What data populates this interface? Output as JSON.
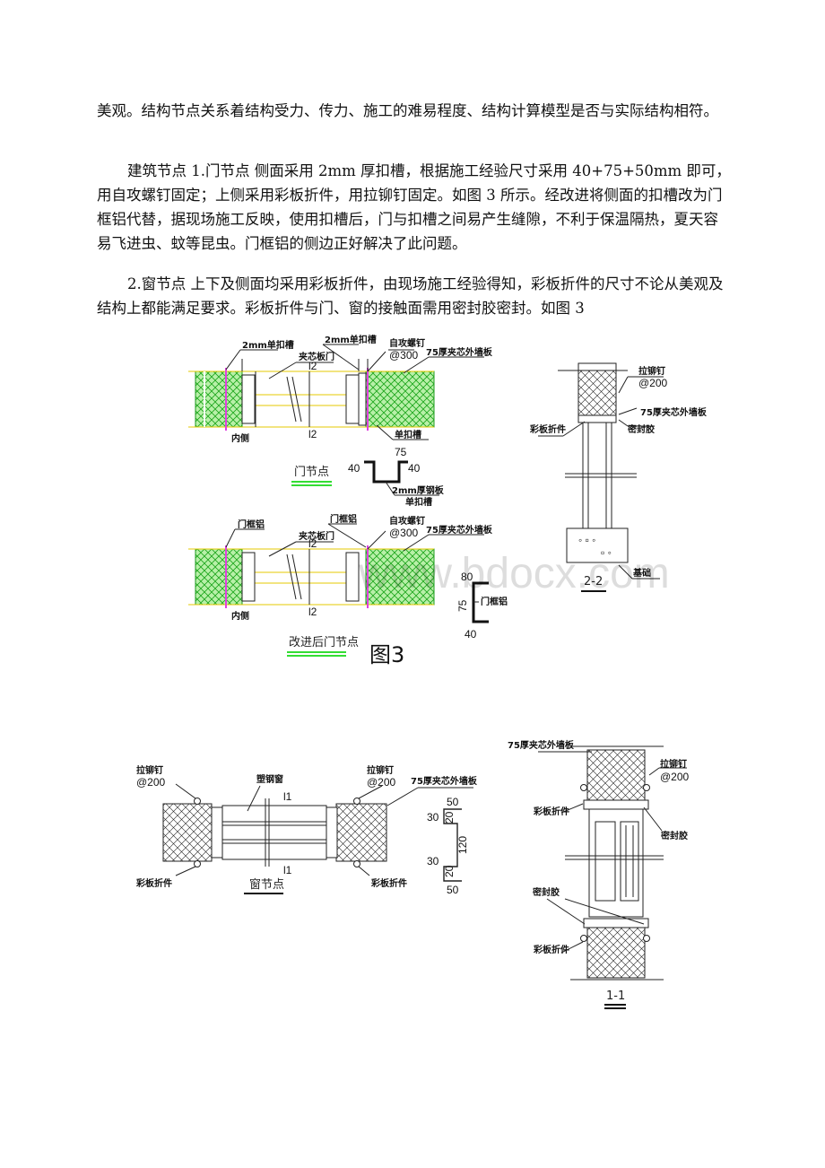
{
  "paragraphs": [
    "美观。结构节点关系着结构受力、传力、施工的难易程度、结构计算模型是否与实际结构相符。",
    "建筑节点 1.门节点 侧面采用 2mm 厚扣槽，根据施工经验尺寸采用 40+75+50mm 即可，用自攻螺钉固定；上侧采用彩板折件，用拉铆钉固定。如图 3 所示。经改进将侧面的扣槽改为门框铝代替，据现场施工反映，使用扣槽后，门与扣槽之间易产生缝隙，不利于保温隔热，夏天容易飞进虫、蚊等昆虫。门框铝的侧边正好解决了此问题。",
    "2.窗节点 上下及侧面均采用彩板折件，由现场施工经验得知，彩板折件的尺寸不论从美观及结构上都能满足要求。彩板折件与门、窗的接触面需用密封胶密封。如图 3"
  ],
  "figure3": {
    "title": "图3",
    "watermark": "www.bdocx.com",
    "door_node": {
      "caption": "门节点",
      "labels": [
        "2mm单扣槽",
        "2mm单扣槽",
        "夹芯板门",
        "自攻螺钉",
        "@300",
        "75厚夹芯外墙板",
        "内侧",
        "单扣槽",
        "75",
        "l2",
        "l2"
      ],
      "channel": {
        "d1": "40",
        "d2": "40",
        "label": "2mm厚钢板",
        "sub": "单扣槽"
      }
    },
    "improved_door_node": {
      "caption": "改进后门节点",
      "labels": [
        "门框铝",
        "夹芯板门",
        "门框铝",
        "自攻螺钉",
        "@300",
        "75厚夹芯外墙板",
        "内侧",
        "l2",
        "l2"
      ],
      "frame": {
        "d_top": "80",
        "d_side": "75",
        "d_bottom": "40",
        "label": "门框铝"
      }
    },
    "section_2_2": {
      "caption": "2-2",
      "labels": [
        "拉铆钉",
        "@200",
        "75厚夹芯外墙板",
        "彩板折件",
        "密封胶",
        "基础"
      ]
    }
  },
  "window_figure": {
    "window_node": {
      "caption": "窗节点",
      "labels": [
        "拉铆钉",
        "@200",
        "塑钢窗",
        "拉铆钉",
        "@200",
        "75厚夹芯外墙板",
        "l1",
        "l1",
        "彩板折件",
        "彩板折件"
      ]
    },
    "profile_dims": [
      "50",
      "30",
      "20",
      "120",
      "30",
      "20",
      "50"
    ],
    "section_1_1": {
      "caption": "1-1",
      "labels": [
        "75厚夹芯外墙板",
        "拉铆钉",
        "@200",
        "彩板折件",
        "密封胶",
        "密封胶",
        "彩板折件"
      ]
    }
  }
}
